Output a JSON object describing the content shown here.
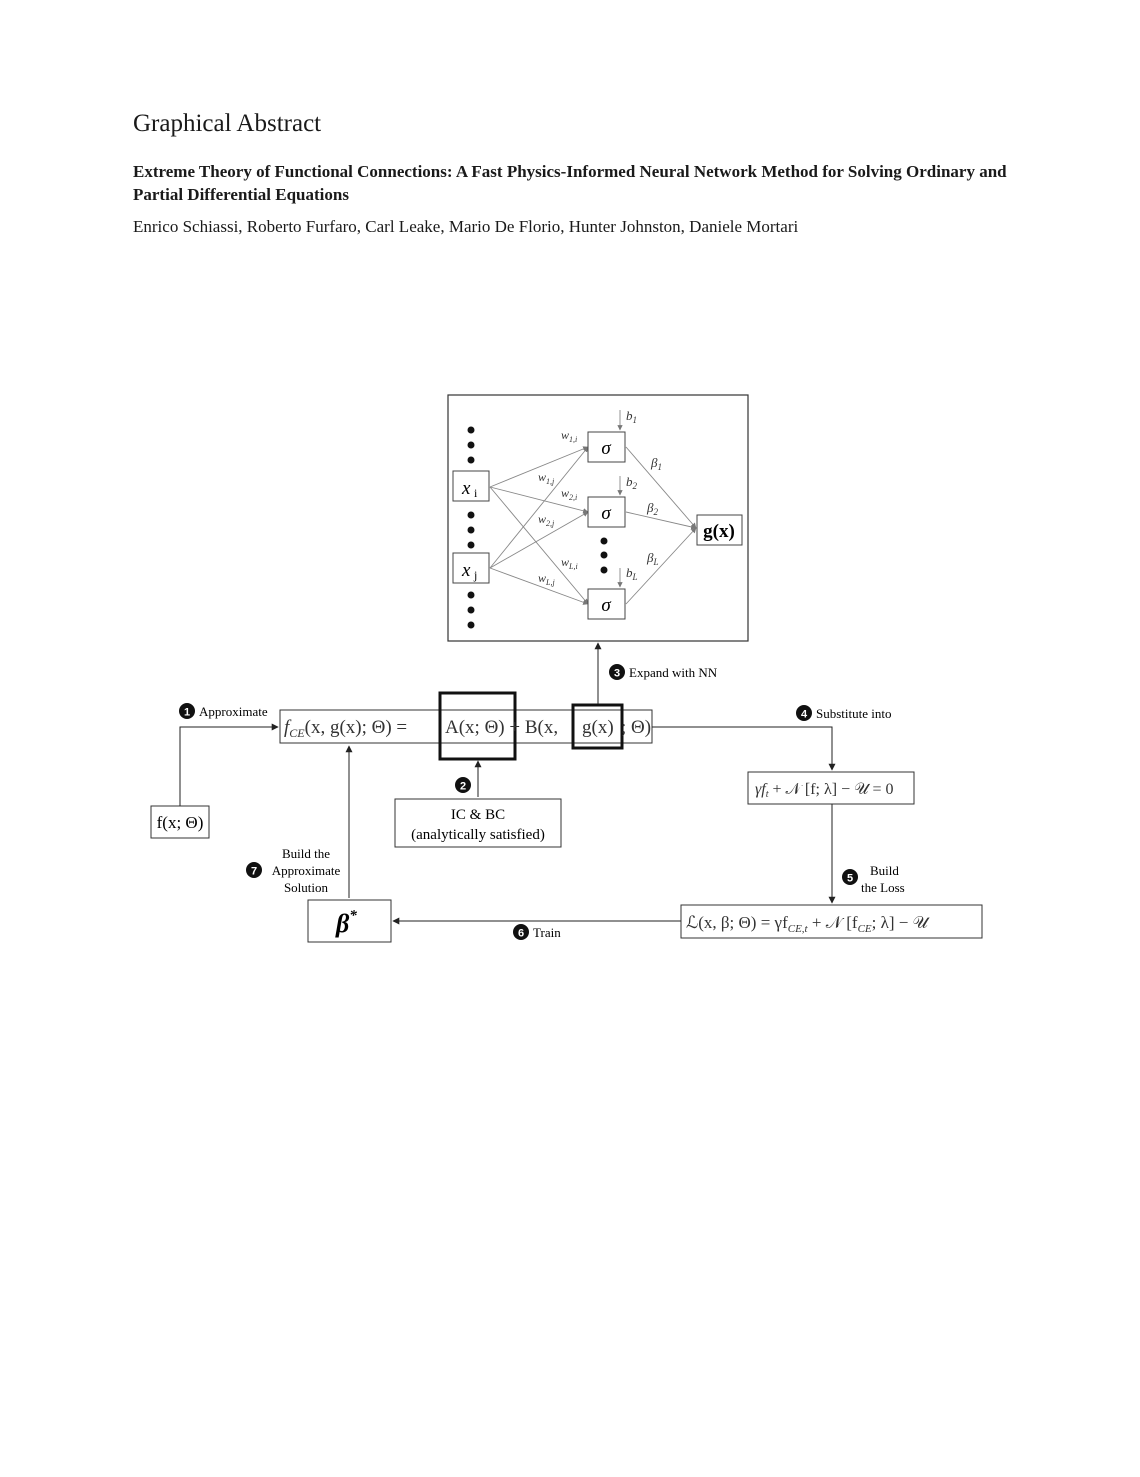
{
  "heading": "Graphical Abstract",
  "title": "Extreme Theory of Functional Connections: A Fast Physics-Informed Neural Network Method for Solving Ordinary and Partial Differential Equations",
  "authors": "Enrico Schiassi, Roberto Furfaro, Carl Leake, Mario De Florio, Hunter Johnston, Daniele Mortari",
  "network": {
    "input_i": "x",
    "input_i_sub": "i",
    "input_j": "x",
    "input_j_sub": "j",
    "activation": "σ",
    "output": "g(x)",
    "bias_1": "b",
    "bias_1_sub": "1",
    "bias_2": "b",
    "bias_2_sub": "2",
    "bias_L": "b",
    "bias_L_sub": "L",
    "beta_1": "β",
    "beta_1_sub": "1",
    "beta_2": "β",
    "beta_2_sub": "2",
    "beta_L": "β",
    "beta_L_sub": "L",
    "w_1i": "w",
    "w_1i_sub": "1,i",
    "w_1j": "w",
    "w_1j_sub": "1,j",
    "w_2i": "w",
    "w_2i_sub": "2,i",
    "w_2j": "w",
    "w_2j_sub": "2,j",
    "w_Li": "w",
    "w_Li_sub": "L,i",
    "w_Lj": "w",
    "w_Lj_sub": "L,j"
  },
  "steps": {
    "s1": {
      "num": "1",
      "label": "Approximate"
    },
    "s2": {
      "num": "2"
    },
    "s3": {
      "num": "3",
      "label": "Expand with NN"
    },
    "s4": {
      "num": "4",
      "label": "Substitute into"
    },
    "s5": {
      "num": "5",
      "label_line1": "Build",
      "label_line2": "the Loss"
    },
    "s6": {
      "num": "6",
      "label": "Train"
    },
    "s7": {
      "num": "7",
      "label_line1": "Build the",
      "label_line2": "Approximate",
      "label_line3": "Solution"
    }
  },
  "boxes": {
    "f_box": "f(x; Θ)",
    "ce_eq_main": "f",
    "ce_eq_sub": "CE",
    "ce_eq_args": "(x, g(x); Θ) = ",
    "ce_eq_A": "A(x; Θ)",
    "ce_eq_plus": " + B(x, ",
    "ce_eq_g": "g(x)",
    "ce_eq_end": "; Θ)",
    "icbc_line1": "IC & BC",
    "icbc_line2": "(analytically satisfied)",
    "pde": "γf",
    "pde_sub": "t",
    "pde_rest": " + 𝒩 [f; λ] − 𝒰 = 0",
    "loss": "ℒ(x, β; Θ) = γf",
    "loss_sub": "CE,t",
    "loss_rest": " + 𝒩 [f",
    "loss_sub2": "CE",
    "loss_end": "; λ] − 𝒰",
    "beta_star": "β",
    "beta_star_sup": "*"
  }
}
